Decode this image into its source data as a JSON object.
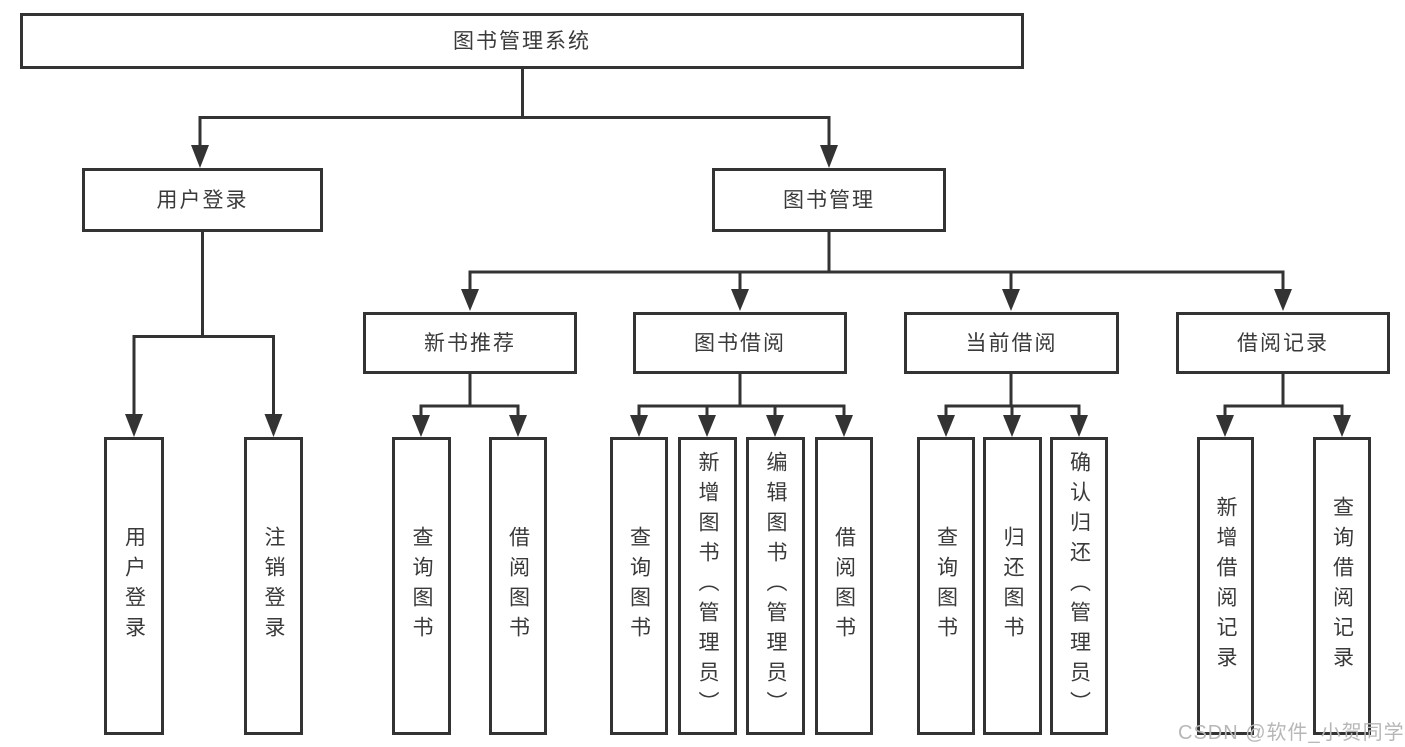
{
  "diagram": {
    "colors": {
      "line": "#333333",
      "text": "#3a3a3a",
      "background": "#ffffff",
      "watermark": "#b9b6b6"
    },
    "root": {
      "label": "图书管理系统"
    },
    "branches": [
      {
        "label": "用户登录",
        "children": [
          {
            "label": "用户登录"
          },
          {
            "label": "注销登录"
          }
        ]
      },
      {
        "label": "图书管理",
        "groups": [
          {
            "label": "新书推荐",
            "children": [
              {
                "label": "查询图书"
              },
              {
                "label": "借阅图书"
              }
            ]
          },
          {
            "label": "图书借阅",
            "children": [
              {
                "label": "查询图书"
              },
              {
                "label": "新增图书（管理员）"
              },
              {
                "label": "编辑图书（管理员）"
              },
              {
                "label": "借阅图书"
              }
            ]
          },
          {
            "label": "当前借阅",
            "children": [
              {
                "label": "查询图书"
              },
              {
                "label": "归还图书"
              },
              {
                "label": "确认归还（管理员）"
              }
            ]
          },
          {
            "label": "借阅记录",
            "children": [
              {
                "label": "新增借阅记录"
              },
              {
                "label": "查询借阅记录"
              }
            ]
          }
        ]
      }
    ],
    "watermark": "CSDN @软件_小贺同学"
  }
}
